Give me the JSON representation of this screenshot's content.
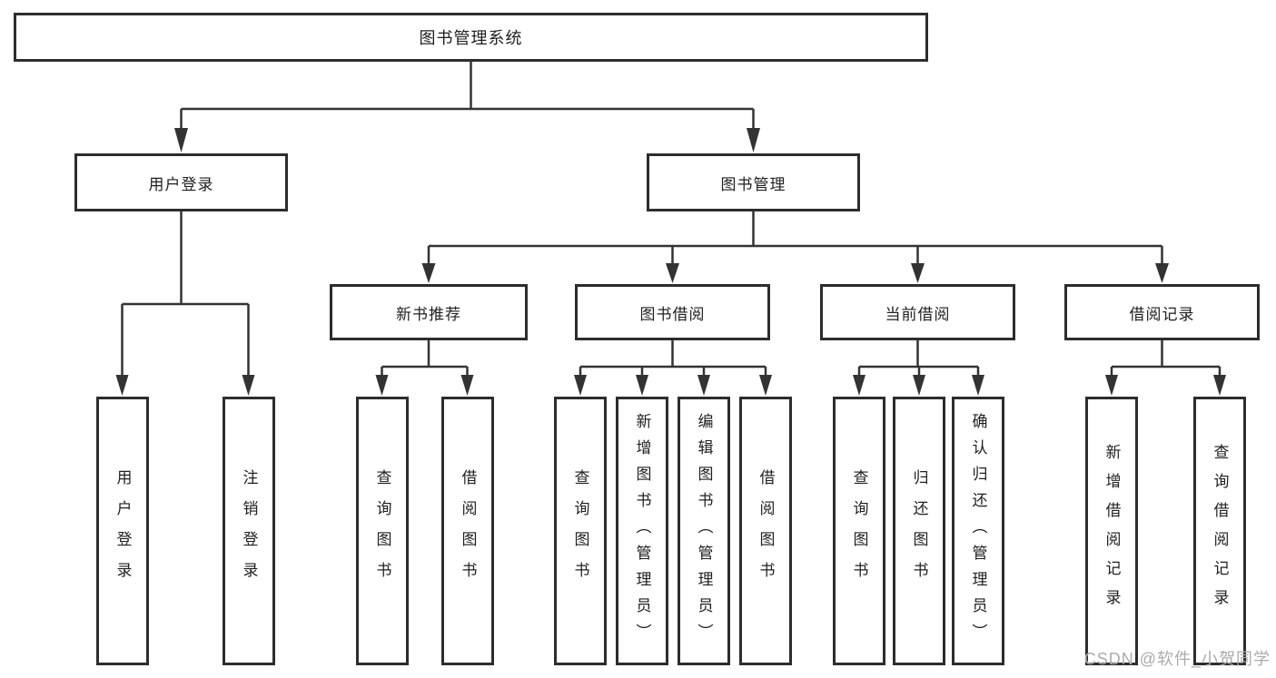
{
  "tree": {
    "label": "图书管理系统",
    "children": [
      {
        "label": "用户登录",
        "leaves": [
          "用户登录",
          "注销登录"
        ]
      },
      {
        "label": "图书管理",
        "children": [
          {
            "label": "新书推荐",
            "leaves": [
              "查询图书",
              "借阅图书"
            ]
          },
          {
            "label": "图书借阅",
            "leaves": [
              "查询图书",
              "新增图书（管理员）",
              "编辑图书（管理员）",
              "借阅图书"
            ]
          },
          {
            "label": "当前借阅",
            "leaves": [
              "查询图书",
              "归还图书",
              "确认归还（管理员）"
            ]
          },
          {
            "label": "借阅记录",
            "leaves": [
              "新增借阅记录",
              "查询借阅记录"
            ]
          }
        ]
      }
    ]
  },
  "watermark": "CSDN @软件_小贺同学",
  "colors": {
    "line": "#333333",
    "border": "#2d2d2d",
    "text": "#1f1f1f",
    "watermark": "#ababab",
    "bg": "#ffffff"
  }
}
